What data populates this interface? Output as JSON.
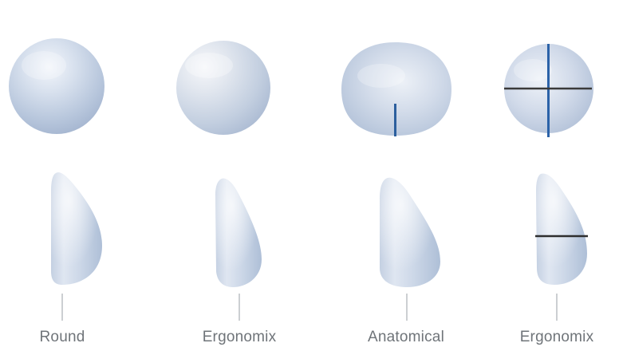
{
  "implants": [
    {
      "label": "Round"
    },
    {
      "label": "Ergonomix"
    },
    {
      "label": "Anatomical"
    },
    {
      "label": "Ergonomix"
    }
  ]
}
